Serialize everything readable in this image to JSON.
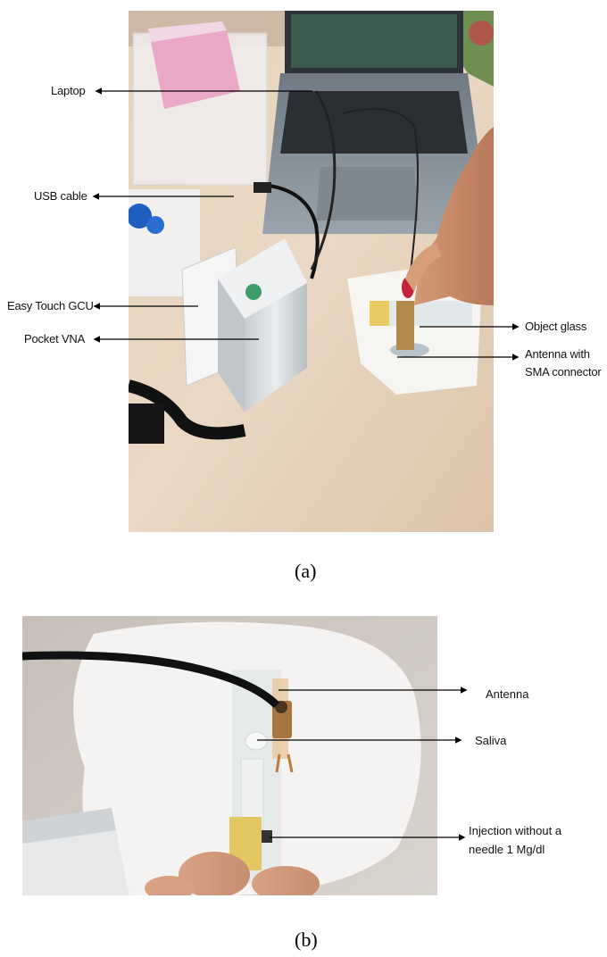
{
  "panel_a": {
    "caption": "(a)",
    "labels": {
      "laptop": "Laptop",
      "usb_cable": "USB cable",
      "easy_touch": "Easy Touch GCU",
      "pocket_vna": "Pocket VNA",
      "object_glass": "Object glass",
      "antenna_line1": "Antenna with",
      "antenna_line2": "SMA connector"
    }
  },
  "panel_b": {
    "caption": "(b)",
    "labels": {
      "antenna": "Antenna",
      "saliva": "Saliva",
      "injection_line1": "Injection without a",
      "injection_line2": "needle 1 Mg/dl"
    }
  }
}
